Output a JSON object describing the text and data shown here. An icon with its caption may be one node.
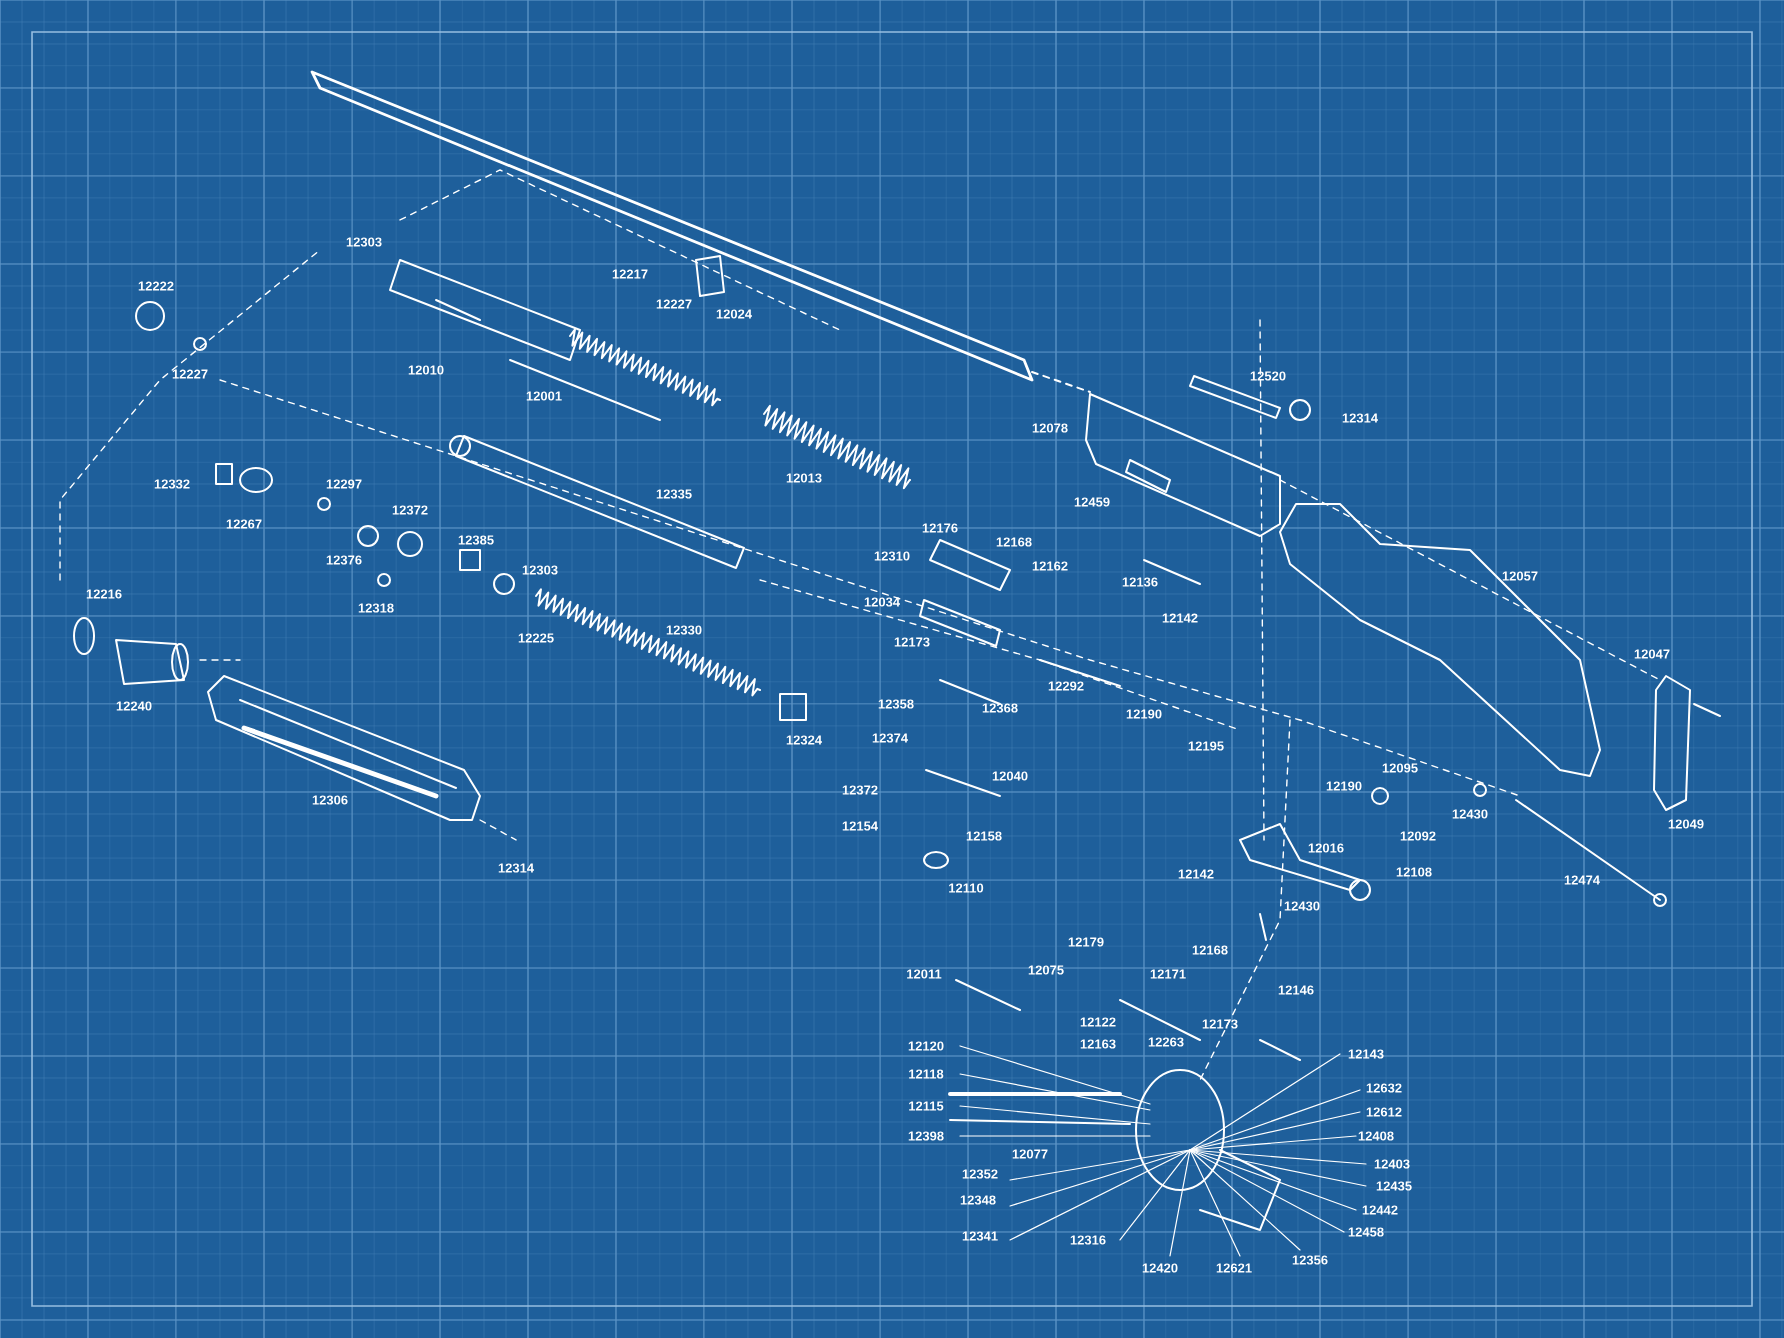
{
  "diagram": {
    "labels": [
      "12303",
      "12217",
      "12222",
      "12227",
      "12024",
      "12010",
      "12227",
      "12520",
      "12001",
      "12314",
      "12078",
      "12013",
      "12332",
      "12297",
      "12335",
      "12459",
      "12372",
      "12267",
      "12176",
      "12385",
      "12168",
      "12310",
      "12376",
      "12162",
      "12303",
      "12057",
      "12136",
      "12216",
      "12034",
      "12318",
      "12142",
      "12330",
      "12225",
      "12173",
      "12047",
      "12292",
      "12358",
      "12240",
      "12368",
      "12190",
      "12374",
      "12324",
      "12195",
      "12095",
      "12040",
      "12190",
      "12372",
      "12306",
      "12430",
      "12049",
      "12154",
      "12092",
      "12158",
      "12016",
      "12314",
      "12108",
      "12142",
      "12474",
      "12110",
      "12430",
      "12179",
      "12168",
      "12075",
      "12011",
      "12171",
      "12146",
      "12122",
      "12173",
      "12163",
      "12263",
      "12120",
      "12143",
      "12118",
      "12632",
      "12115",
      "12612",
      "12398",
      "12408",
      "12077",
      "12403",
      "12352",
      "12435",
      "12348",
      "12442",
      "12458",
      "12341",
      "12316",
      "12356",
      "12420",
      "12621"
    ]
  }
}
